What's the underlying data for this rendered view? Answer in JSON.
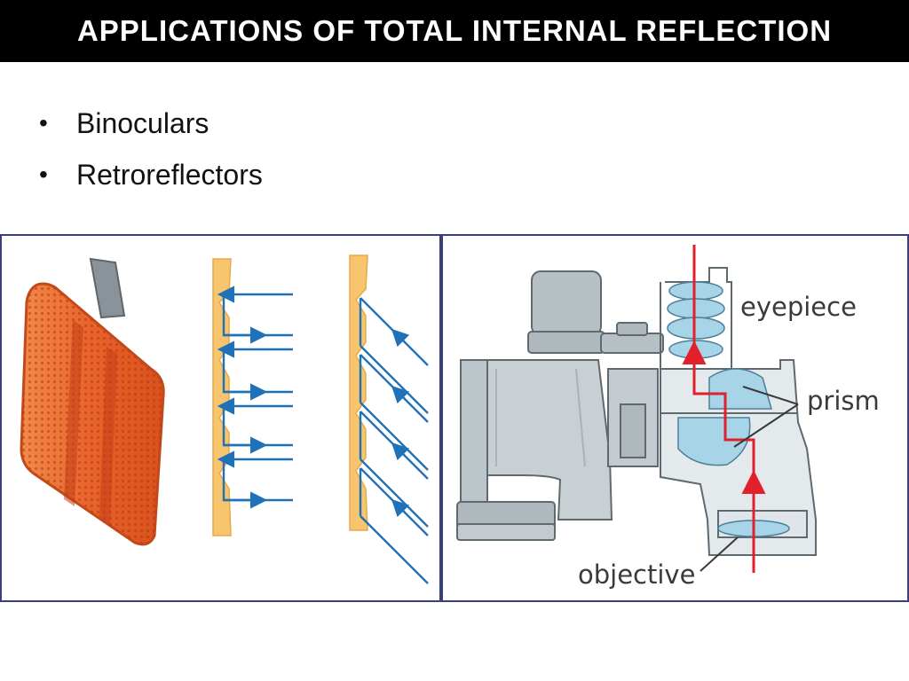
{
  "slide": {
    "title": "APPLICATIONS OF TOTAL INTERNAL REFLECTION",
    "bullets": [
      "Binoculars",
      "Retroreflectors"
    ]
  },
  "binoculars_diagram": {
    "labels": {
      "eyepiece": "eyepiece",
      "prism": "prism",
      "objective": "objective"
    }
  },
  "colors": {
    "title_background": "#000000",
    "title_text": "#ffffff",
    "panel_border": "#3a3f7a",
    "reflector_orange": "#e8622a",
    "retroreflector_surface": "#f7c56d",
    "ray_blue": "#1f72b8",
    "light_path_red": "#e0202a",
    "binocular_body": "#c9d0d4",
    "lens_blue": "#a8d4e8"
  }
}
